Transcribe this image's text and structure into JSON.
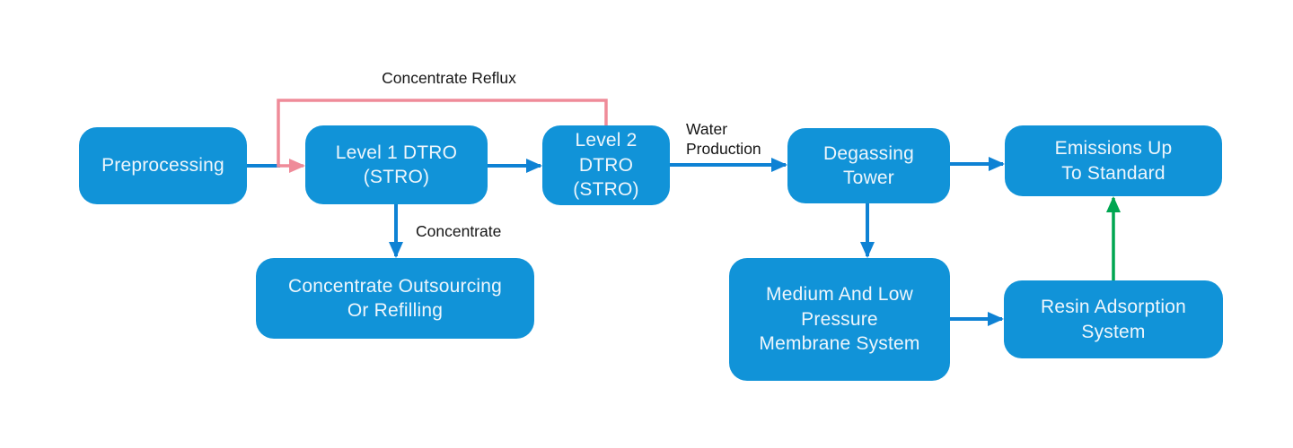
{
  "colors": {
    "background": "#ffffff",
    "node_fill": "#1193d8",
    "node_text": "#eef6fc",
    "arrow_blue": "#0e82d4",
    "arrow_pink": "#ef8b99",
    "arrow_green": "#00a651",
    "label_text": "#151515"
  },
  "nodes": {
    "preprocessing": {
      "label": "Preprocessing"
    },
    "level1_dtro": {
      "label": "Level 1 DTRO\n(STRO)"
    },
    "level2_dtro": {
      "label": "Level 2\nDTRO\n(STRO)"
    },
    "degassing_tower": {
      "label": "Degassing\nTower"
    },
    "emissions_up_to_standard": {
      "label": "Emissions Up\nTo Standard"
    },
    "concentrate_outsourcing": {
      "label": "Concentrate Outsourcing\nOr Refilling"
    },
    "membrane_system": {
      "label": "Medium And Low\nPressure\nMembrane System"
    },
    "resin_adsorption": {
      "label": "Resin Adsorption\nSystem"
    }
  },
  "edge_labels": {
    "concentrate_reflux": "Concentrate Reflux",
    "water_production": "Water\nProduction",
    "concentrate": "Concentrate"
  }
}
